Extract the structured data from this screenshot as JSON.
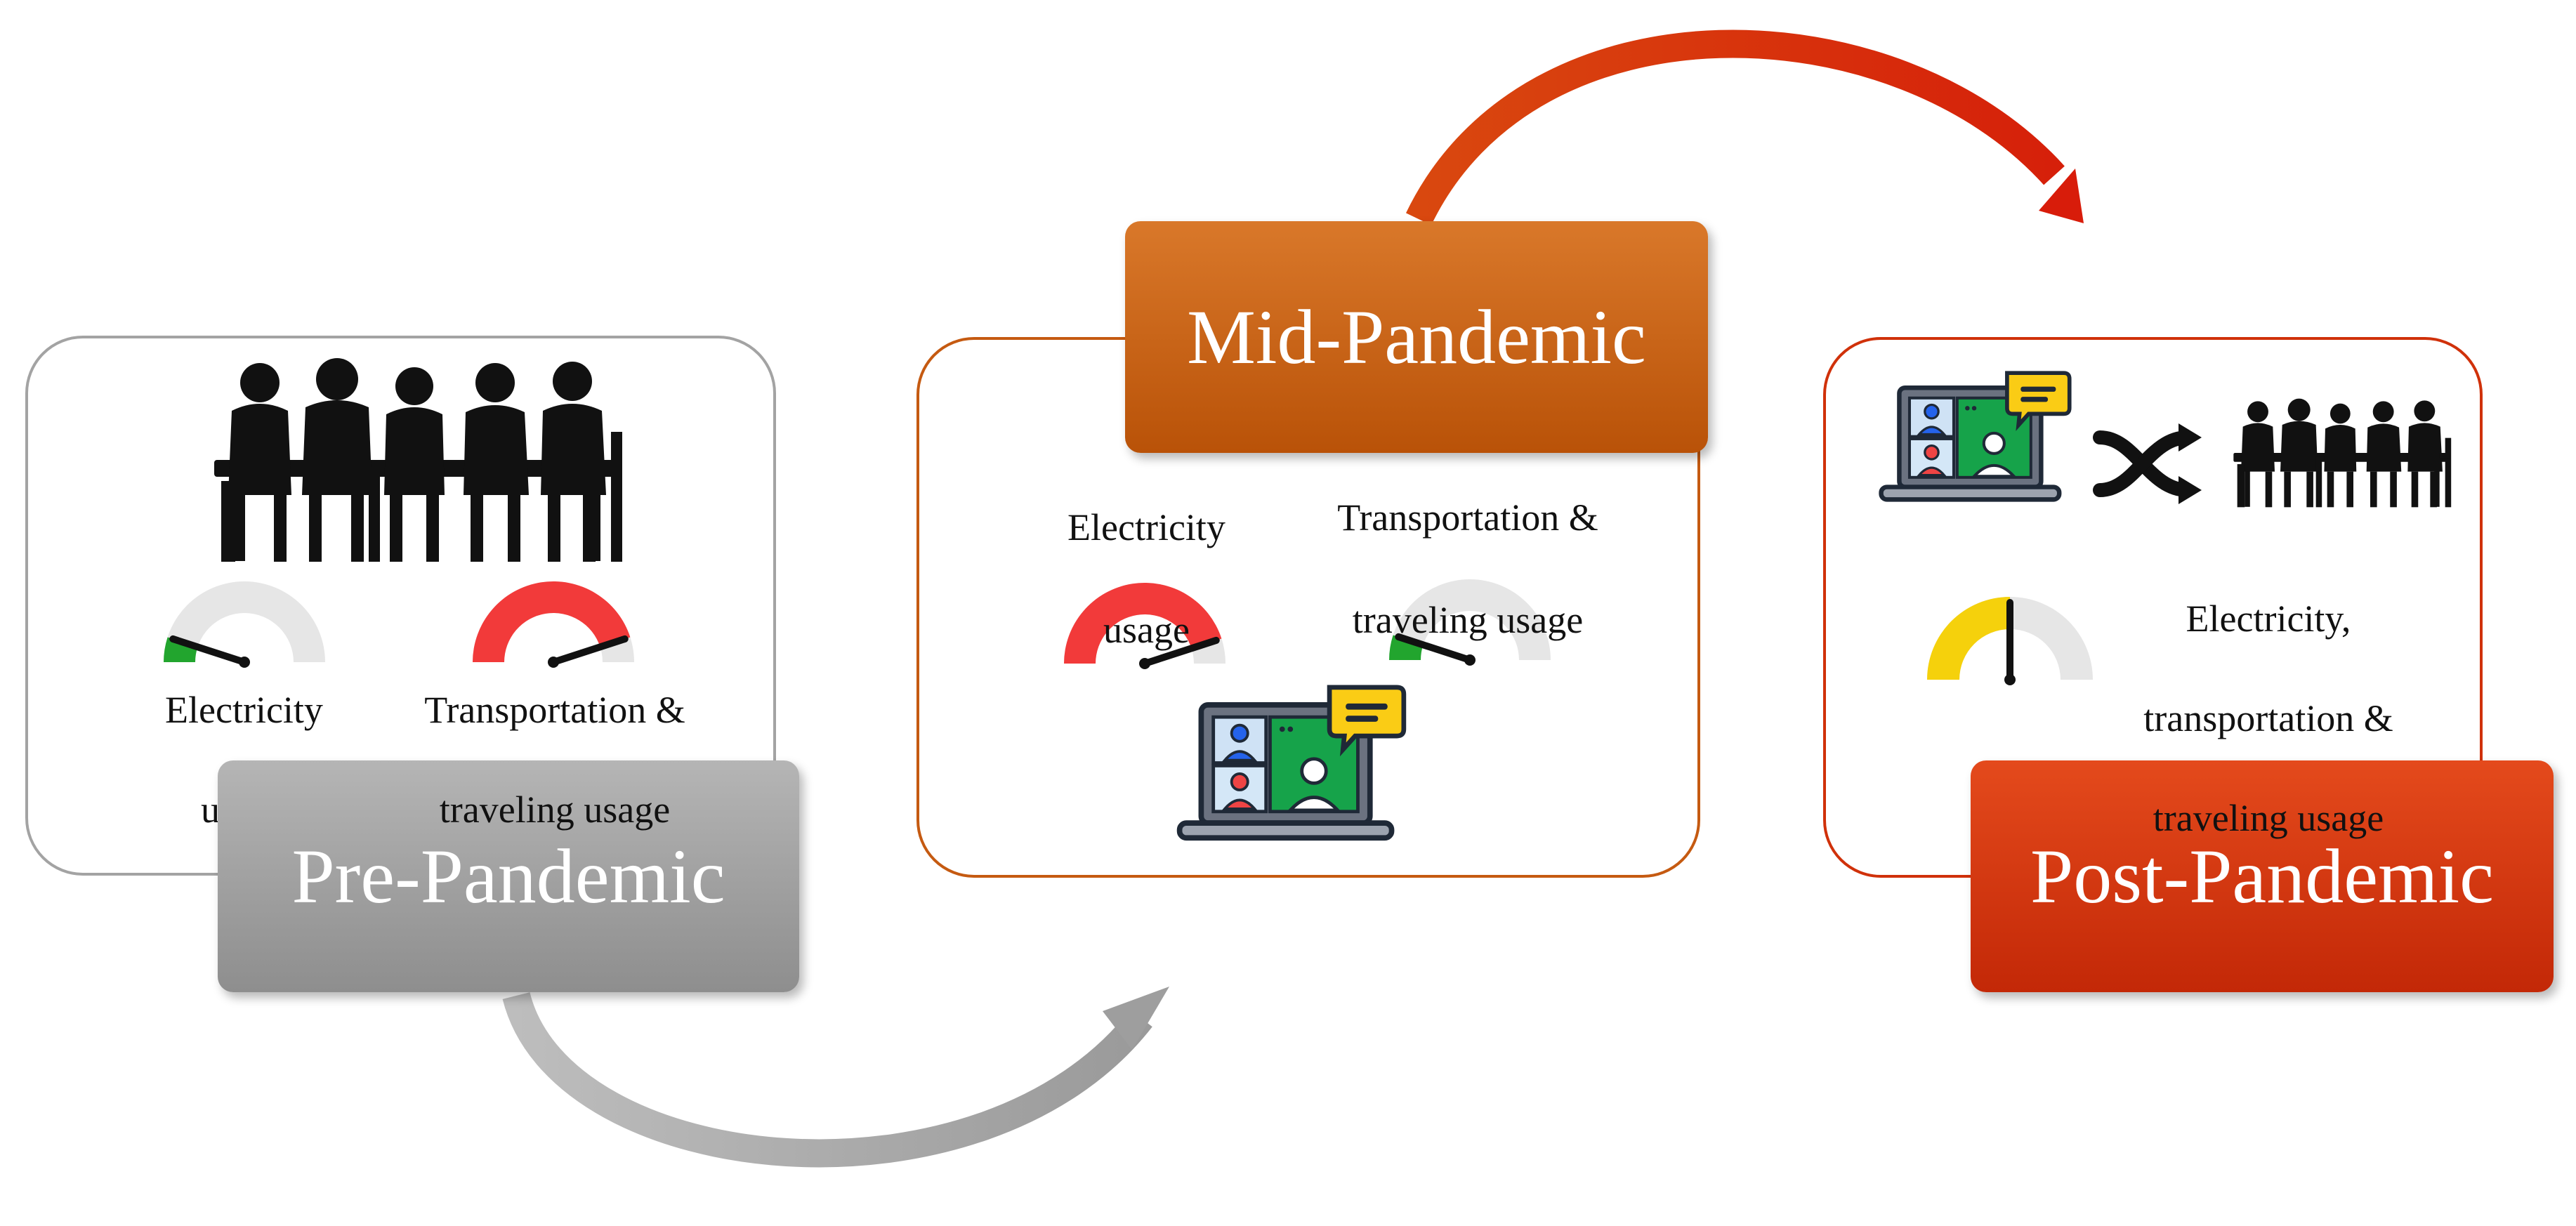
{
  "phases": {
    "pre": {
      "title": "Pre-Pandemic",
      "gauge_left_label_1": "Electricity",
      "gauge_left_label_2": "usage",
      "gauge_right_label_1": "Transportation &",
      "gauge_right_label_2": "traveling usage",
      "electricity_gauge_level": 0.1,
      "transport_gauge_level": 0.9
    },
    "mid": {
      "title": "Mid-Pandemic",
      "gauge_left_label_1": "Electricity",
      "gauge_left_label_2": "usage",
      "gauge_right_label_1": "Transportation &",
      "gauge_right_label_2": "traveling usage",
      "electricity_gauge_level": 0.9,
      "transport_gauge_level": 0.1
    },
    "post": {
      "title": "Post-Pandemic",
      "gauge_label_1": "Electricity,",
      "gauge_label_2": "transportation &",
      "gauge_label_3": "traveling usage",
      "combined_gauge_level": 0.5
    }
  },
  "colors": {
    "pre": "#9a9a9a",
    "mid": "#c55a11",
    "post": "#d0310a",
    "gauge_low": "#22a52e",
    "gauge_mid": "#f5d10c",
    "gauge_high": "#f23a3a",
    "gauge_track": "#e6e6e6"
  },
  "icons": {
    "meeting": "people-meeting-silhouette-icon",
    "video_call": "laptop-video-call-icon",
    "switch": "shuffle-arrows-icon"
  }
}
